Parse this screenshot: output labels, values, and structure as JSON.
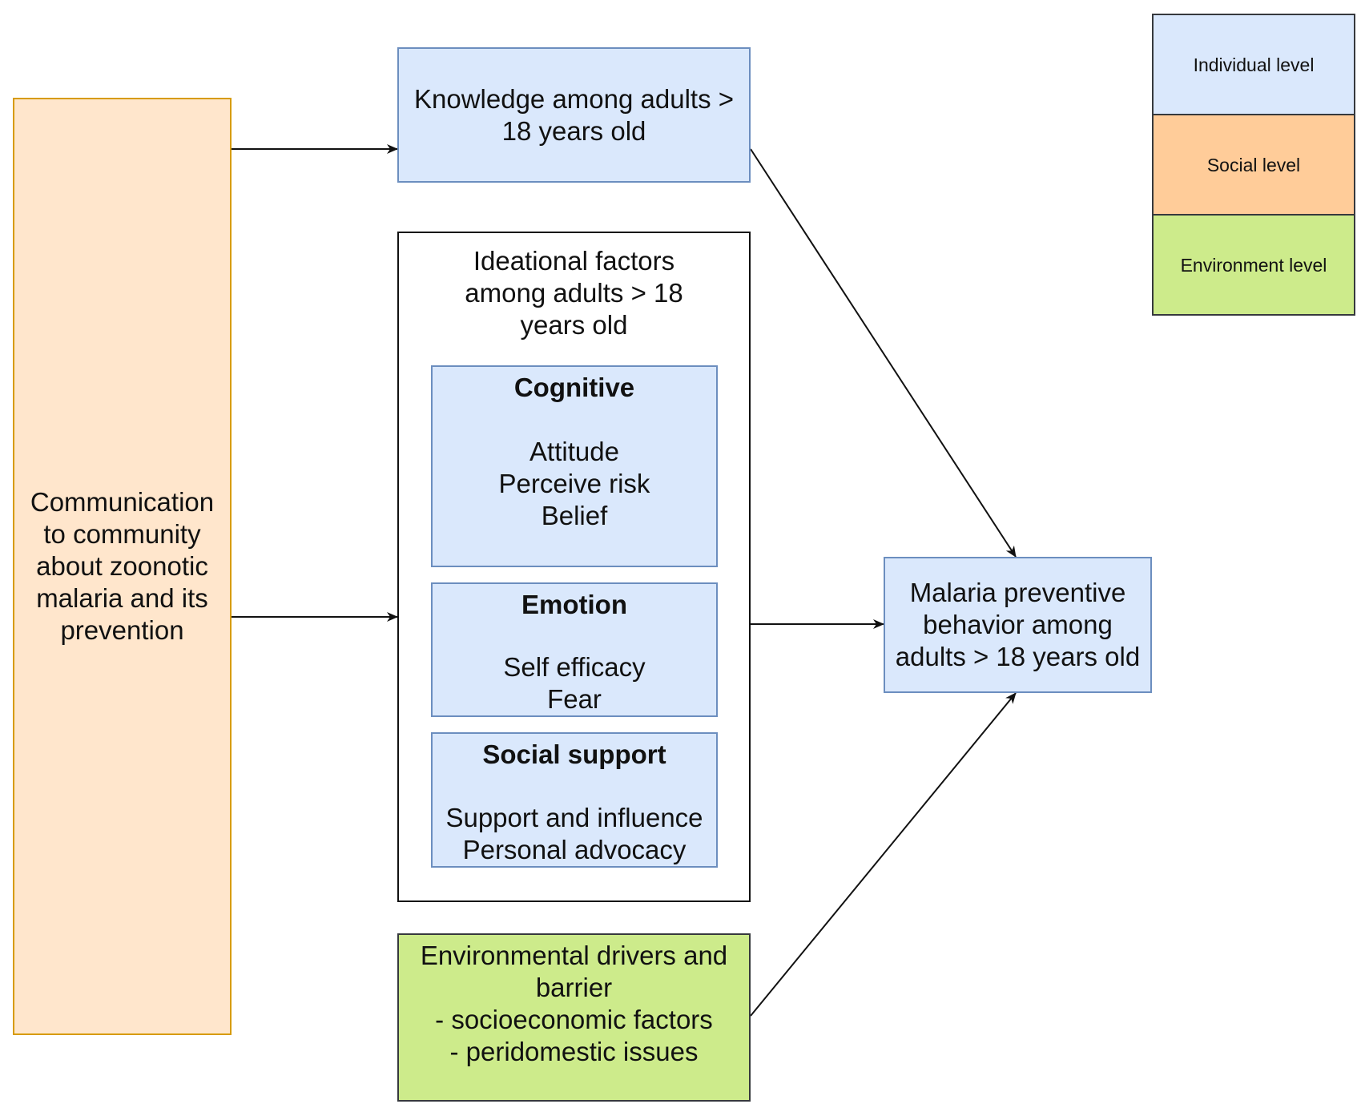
{
  "source": {
    "lines": [
      "Communication",
      "to community",
      "about zoonotic",
      "malaria and its",
      "prevention"
    ]
  },
  "knowledge": {
    "lines": [
      "Knowledge among adults >",
      "18 years old"
    ]
  },
  "ideational": {
    "title_lines": [
      "Ideational factors",
      "among adults > 18",
      "years old"
    ],
    "cognitive": {
      "title": "Cognitive",
      "items": [
        "Attitude",
        "Perceive risk",
        "Belief"
      ]
    },
    "emotion": {
      "title": "Emotion",
      "items": [
        "Self efficacy",
        "Fear"
      ]
    },
    "social_support": {
      "title": "Social support",
      "items": [
        "Support and influence",
        "Personal advocacy"
      ]
    }
  },
  "environment": {
    "lines": [
      "Environmental drivers and",
      "barrier",
      "- socioeconomic factors",
      "- peridomestic issues"
    ]
  },
  "outcome": {
    "lines": [
      "Malaria preventive",
      "behavior among",
      "adults > 18 years old"
    ]
  },
  "legend": {
    "individual": "Individual level",
    "social": "Social level",
    "environment": "Environment level"
  },
  "colors": {
    "individual_fill": "#dae8fc",
    "individual_border": "#6c8ebf",
    "source_fill": "#ffe6cc",
    "source_border": "#d79b00",
    "social_fill": "#ffcc99",
    "environment_fill": "#cdeb8b",
    "line": "#111111"
  }
}
